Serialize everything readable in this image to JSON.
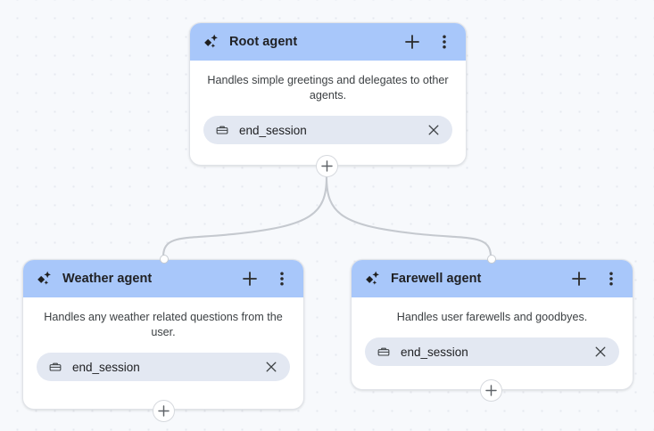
{
  "canvas": {
    "background_color": "#f7f9fc",
    "dot_color": "#e6e9ef",
    "header_color": "#a8c7fa",
    "chip_color": "#e3e8f2",
    "edge_color": "#c5c9cf"
  },
  "nodes": [
    {
      "id": "root-agent",
      "title": "Root agent",
      "description": "Handles simple greetings and delegates to other agents.",
      "icon": "sparkle-agent-icon",
      "add_label": "+",
      "menu_label": "⋮",
      "tools": [
        {
          "name": "end_session",
          "icon": "toolbox-icon",
          "remove_label": "×"
        }
      ],
      "add_child_handle": "+"
    },
    {
      "id": "weather-agent",
      "title": "Weather agent",
      "description": "Handles any weather related questions from the user.",
      "icon": "sparkle-agent-icon",
      "add_label": "+",
      "menu_label": "⋮",
      "tools": [
        {
          "name": "end_session",
          "icon": "toolbox-icon",
          "remove_label": "×"
        }
      ],
      "add_child_handle": "+"
    },
    {
      "id": "farewell-agent",
      "title": "Farewell agent",
      "description": "Handles user farewells and goodbyes.",
      "icon": "sparkle-agent-icon",
      "add_label": "+",
      "menu_label": "⋮",
      "tools": [
        {
          "name": "end_session",
          "icon": "toolbox-icon",
          "remove_label": "×"
        }
      ],
      "add_child_handle": "+"
    }
  ],
  "edges": [
    {
      "from": "root-agent",
      "to": "weather-agent"
    },
    {
      "from": "root-agent",
      "to": "farewell-agent"
    }
  ]
}
